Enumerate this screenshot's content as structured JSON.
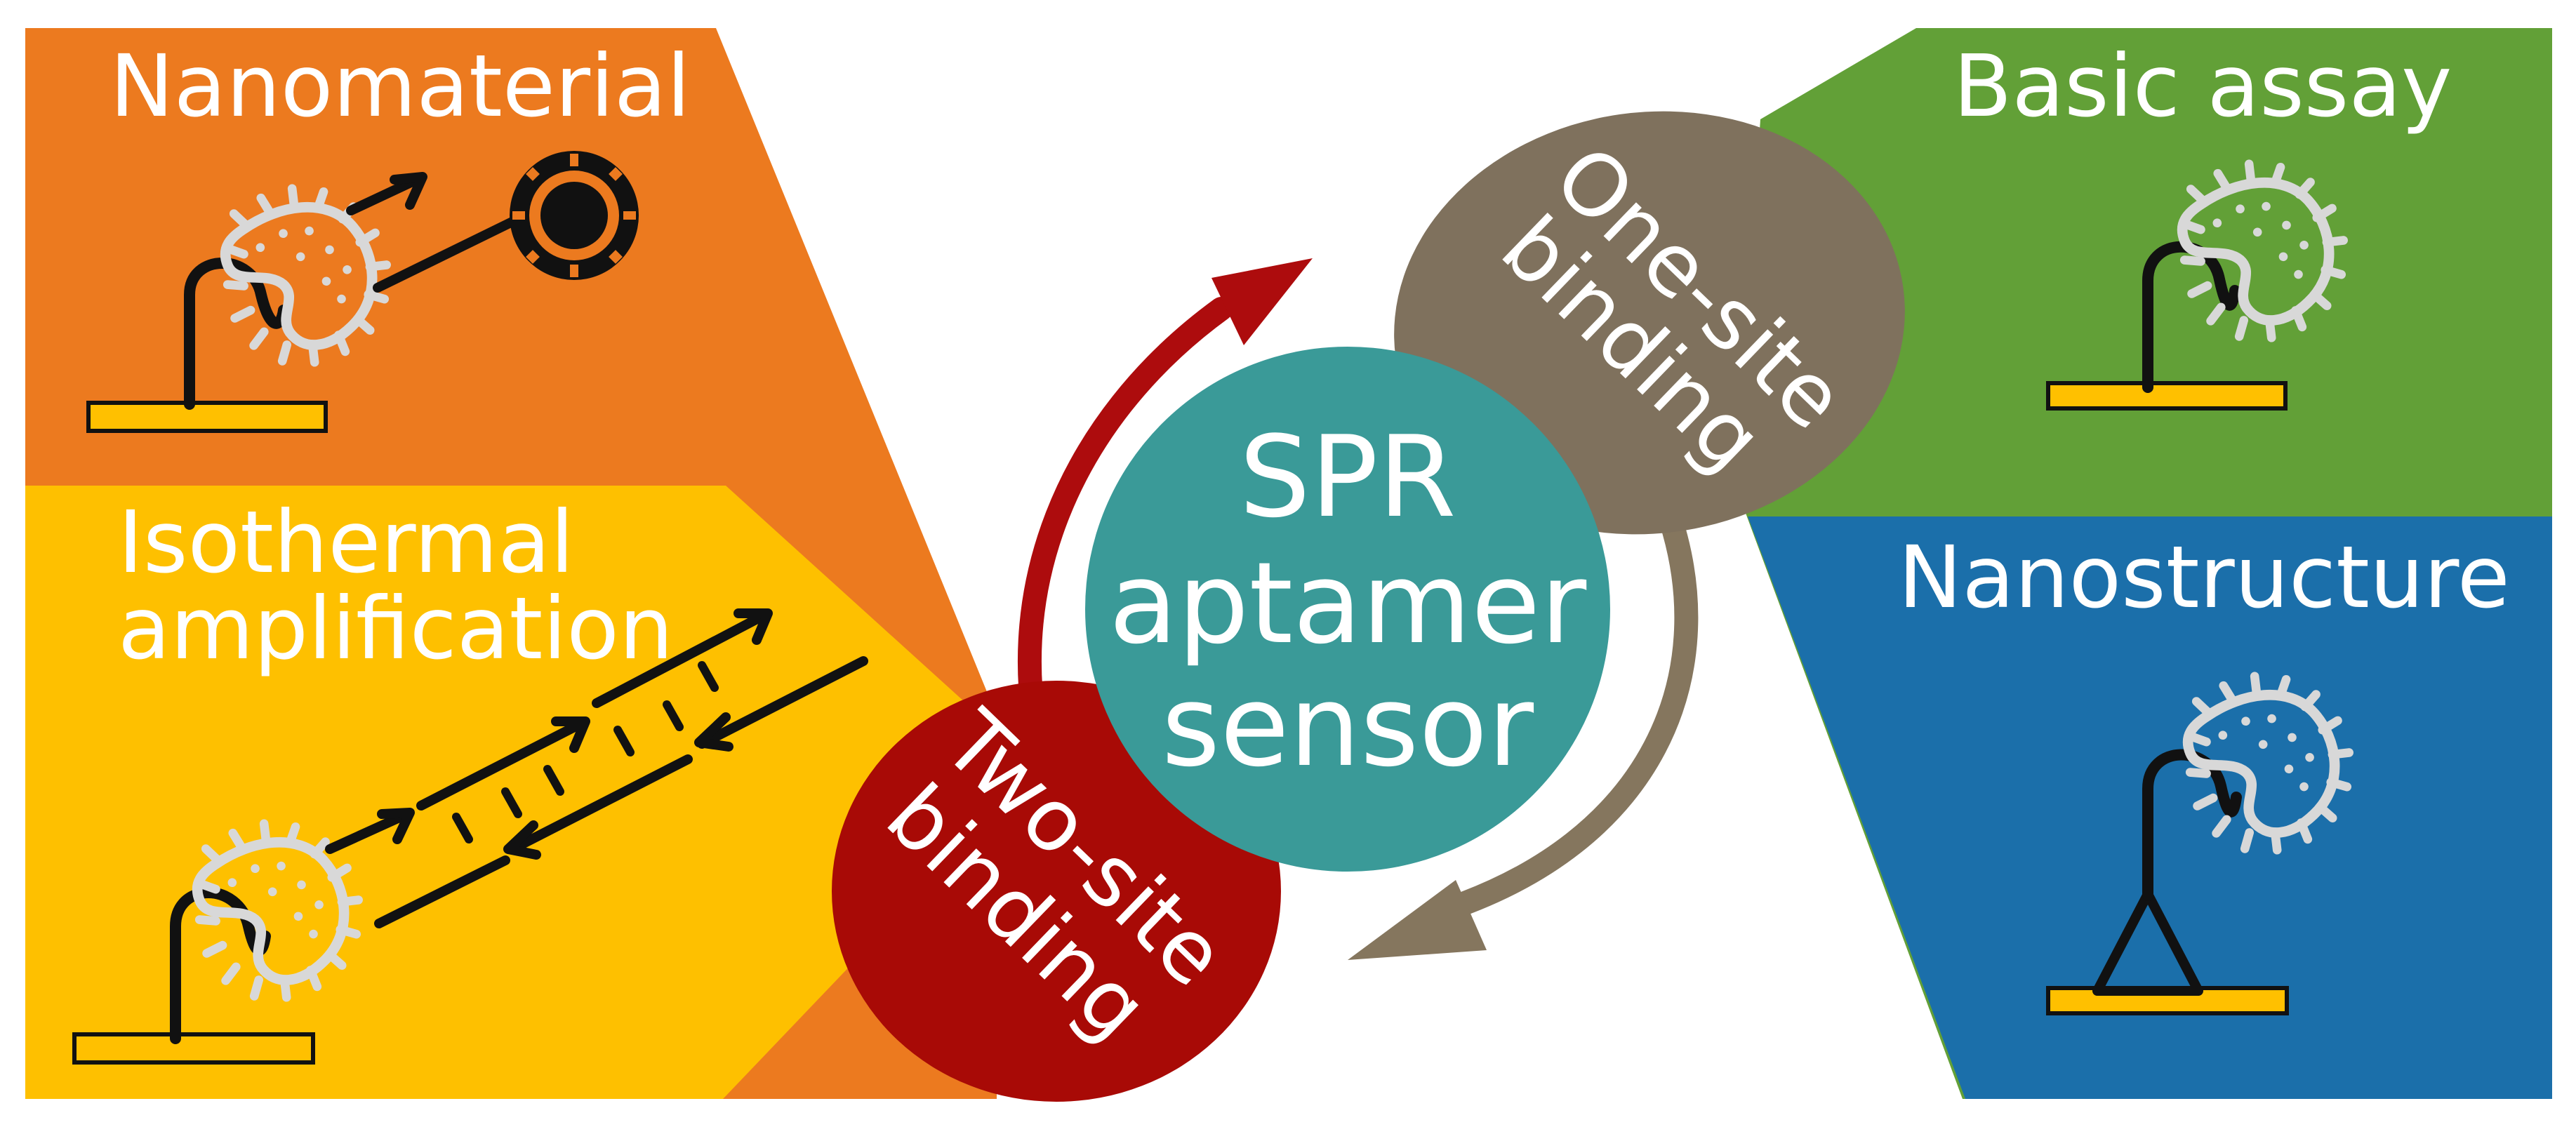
{
  "panels": {
    "nanomaterial": {
      "title": "Nanomaterial",
      "color": "#ec7a1f"
    },
    "isothermal": {
      "title_line1": "Isothermal",
      "title_line2": "amplification",
      "color": "#fec000"
    },
    "basic_assay": {
      "title": "Basic assay",
      "color": "#62a037"
    },
    "nanostructure": {
      "title": "Nanostructure",
      "color": "#1b6faa"
    }
  },
  "center": {
    "line1": "SPR",
    "line2": "aptamer",
    "line3": "sensor",
    "color": "#3a9a98"
  },
  "one_site": {
    "line1": "One-site",
    "line2": "binding",
    "color": "#7f715d"
  },
  "two_site": {
    "line1": "Two-site",
    "line2": "binding",
    "color": "#a80a06"
  },
  "colors": {
    "substrate": "#ffc000",
    "bacterium_outline": "#d8d8d8",
    "aptamer": "#111111",
    "arrow_red": "#ad0c0d",
    "arrow_brown": "#85765e"
  },
  "icons": [
    "bacterium-icon",
    "aptamer-probe-icon",
    "nanoparticle-icon",
    "gold-substrate-icon",
    "pyramid-nanostructure-icon"
  ]
}
